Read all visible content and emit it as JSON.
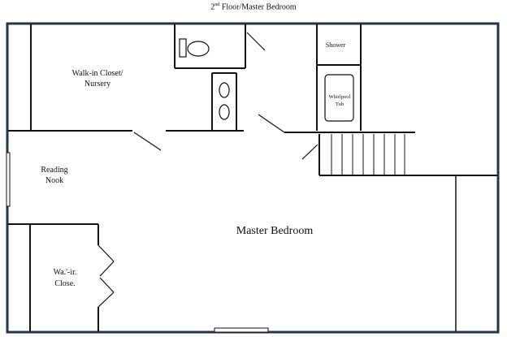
{
  "title": {
    "floor_number": "2",
    "ordinal_suffix": "nd",
    "text": " Floor/Master Bedroom"
  },
  "rooms": {
    "walk_in_closet_nursery": [
      "Walk-in Closet/",
      "Nursery"
    ],
    "shower": "Shower",
    "whirlpool_tub": [
      "Whirlpool",
      "Tub"
    ],
    "reading_nook": [
      "Reading",
      "Nook"
    ],
    "master_bedroom": "Master Bedroom",
    "walk_in_closet_small": [
      "Wa.'-ir.",
      "Close."
    ]
  },
  "colors": {
    "outer_wall": "#243447",
    "interior_wall": "#111111",
    "background": "#ffffff"
  }
}
